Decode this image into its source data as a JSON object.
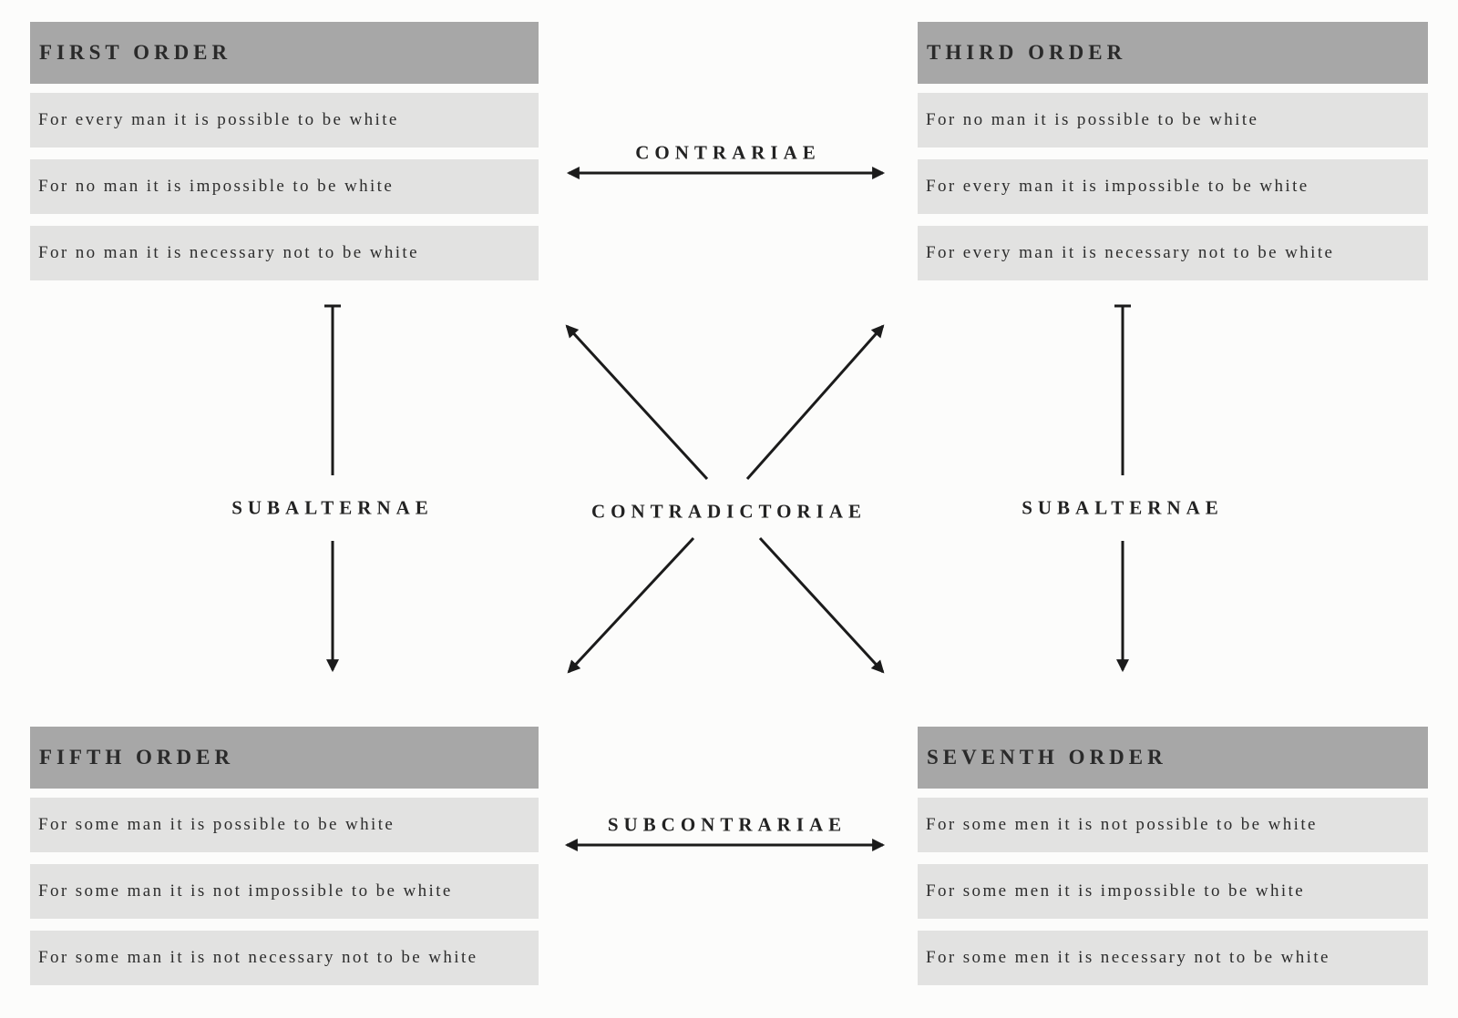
{
  "colors": {
    "page_background": "#fcfcfb",
    "header_background": "#a7a7a7",
    "row_background": "#e2e2e1",
    "text": "#2a2a2a",
    "arrow": "#1b1b1b"
  },
  "panels": {
    "first": {
      "title": "FIRST ORDER",
      "rows": [
        "For every man it is possible to be white",
        "For no man it is impossible to be white",
        "For no man it is necessary not to be white"
      ]
    },
    "third": {
      "title": "THIRD ORDER",
      "rows": [
        "For no man it is possible to be white",
        "For every man it is impossible to be white",
        "For every man it is necessary not to be white"
      ]
    },
    "fifth": {
      "title": "FIFTH ORDER",
      "rows": [
        "For some man it is possible to be white",
        "For some man it is not impossible to be white",
        "For some man it is not necessary not to be white"
      ]
    },
    "seventh": {
      "title": "SEVENTH ORDER",
      "rows": [
        "For some men it is not possible to be white",
        "For some men it is impossible to be white",
        "For some men it is necessary not to be white"
      ]
    }
  },
  "relations": {
    "contrariae": "CONTRARIAE",
    "contradictoriae": "CONTRADICTORIAE",
    "subalternae_left": "SUBALTERNAE",
    "subalternae_right": "SUBALTERNAE",
    "subcontrariae": "SUBCONTRARIAE"
  }
}
